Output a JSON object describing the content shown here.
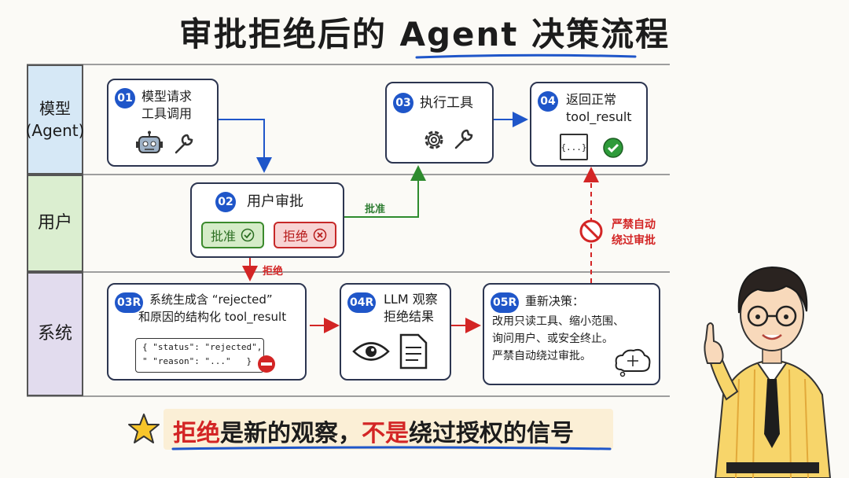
{
  "title": "审批拒绝后的 Agent 决策流程",
  "lanes": {
    "model": "模型\n(Agent)",
    "user": "用户",
    "system": "系统"
  },
  "nodes": {
    "n01": {
      "badge": "01",
      "line1": "模型请求",
      "line2": "工具调用"
    },
    "n02": {
      "badge": "02",
      "line1": "用户审批",
      "approve": "批准",
      "reject": "拒绝"
    },
    "n03": {
      "badge": "03",
      "line1": "执行工具"
    },
    "n04": {
      "badge": "04",
      "line1": "返回正常",
      "line2": "tool_result",
      "doc": "{...}"
    },
    "n03r": {
      "badge": "03R",
      "line1": "系统生成含 “rejected”",
      "line2": "和原因的结构化 tool_result",
      "json1": "{ \"status\": \"rejected\",",
      "json2": "\" \"reason\": \"...\"   }"
    },
    "n04r": {
      "badge": "04R",
      "line1": "LLM 观察",
      "line2": "拒绝结果"
    },
    "n05r": {
      "badge": "05R",
      "line1": "重新决策：",
      "line2": "改用只读工具、缩小范围、",
      "line3": "询问用户、或安全终止。",
      "line4": "严禁自动绕过审批。"
    }
  },
  "edges": {
    "approve_label": "批准",
    "reject_label": "拒绝",
    "forbid_label_1": "严禁自动",
    "forbid_label_2": "绕过审批"
  },
  "banner": {
    "part1": "拒绝",
    "part2": "是新的观察，",
    "part3": "不是",
    "part4": "绕过授权的信号"
  },
  "colors": {
    "badge_blue": "#1f56c9",
    "approve_green": "#3b8a2c",
    "reject_red": "#d32525",
    "lane_model": "#d6e8f6",
    "lane_user": "#dbeed0",
    "lane_system": "#e2dcee"
  },
  "icons": [
    "robot-icon",
    "wrench-icon",
    "gear-icon",
    "check-circle-icon",
    "x-circle-icon",
    "eye-icon",
    "document-icon",
    "thought-cloud-icon",
    "no-entry-icon",
    "star-icon"
  ]
}
